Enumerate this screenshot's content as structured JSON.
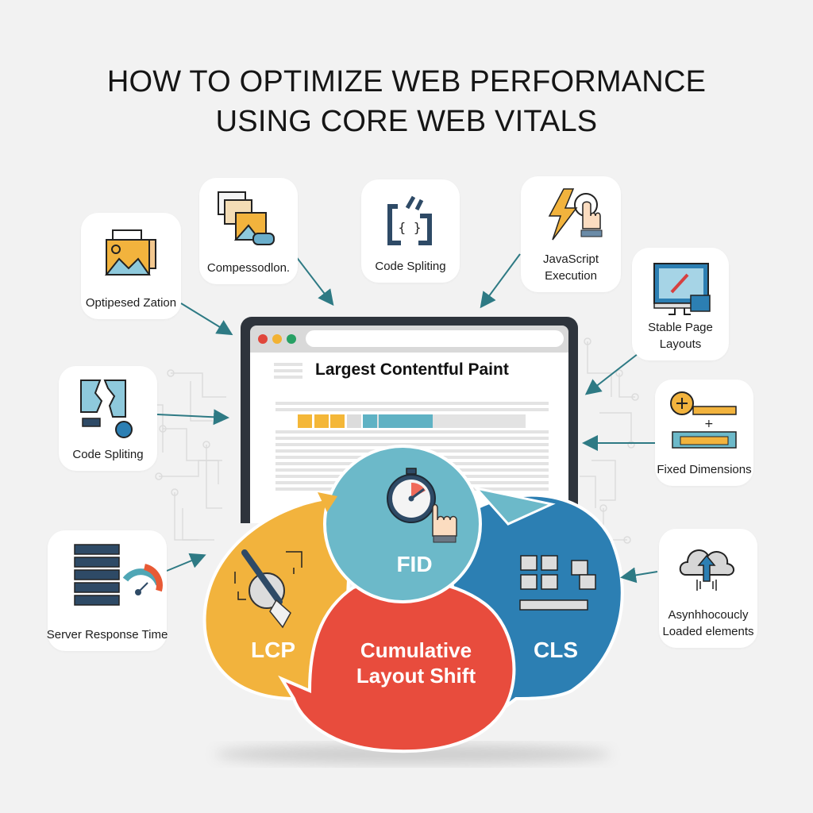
{
  "title": {
    "line1": "HOW TO OPTIMIZE WEB PERFORMANCE",
    "line2": "USING CORE WEB VITALS"
  },
  "browser": {
    "page_heading": "Largest Contentful Paint",
    "window_dots": [
      "red",
      "yellow",
      "green"
    ]
  },
  "metrics": [
    {
      "id": "lcp",
      "label": "LCP",
      "icon": "paintbrush-icon",
      "color": "#f2b33d"
    },
    {
      "id": "fid",
      "label": "FID",
      "icon": "stopwatch-tap-icon",
      "color": "#6cb9c9"
    },
    {
      "id": "cls",
      "label": "CLS",
      "icon": "layout-blocks-ruler-icon",
      "color": "#2c7fb3"
    },
    {
      "id": "cls-full",
      "label_line1": "Cumulative",
      "label_line2": "Layout Shift",
      "color": "#e84c3d"
    }
  ],
  "cards": {
    "image_optimization": {
      "label": "Optipesed Zation",
      "icon": "image-files-icon"
    },
    "compression": {
      "label": "Compessodlon.",
      "icon": "image-compress-icon"
    },
    "code_splitting_top": {
      "label": "Code Spliting",
      "icon": "code-brackets-icon"
    },
    "javascript_execution": {
      "line1": "JavaScript",
      "line2": "Execution",
      "icon": "lightning-tap-icon"
    },
    "stable_page_layouts": {
      "line1": "Stable Page",
      "line2": "Layouts",
      "icon": "monitor-layout-icon"
    },
    "fixed_dimensions": {
      "label": "Fixed Dimensions",
      "icon": "tape-measure-ruler-icon"
    },
    "code_splitting_left": {
      "label": "Code Spliting",
      "icon": "broken-code-icon"
    },
    "server_response_time": {
      "label": "Server Response Time",
      "icon": "server-gauge-icon"
    },
    "async_loaded": {
      "line1": "Asynhhocoucly",
      "line2": "Loaded elements",
      "icon": "cloud-upload-icon"
    }
  },
  "colors": {
    "arrow": "#2e7a84",
    "background": "#f2f2f2",
    "browser_frame": "#2e343c",
    "dot_red": "#e0463b",
    "dot_yellow": "#f2b233",
    "dot_green": "#27a064",
    "bar_orange": "#f4b738",
    "bar_teal": "#5fb2c4"
  }
}
